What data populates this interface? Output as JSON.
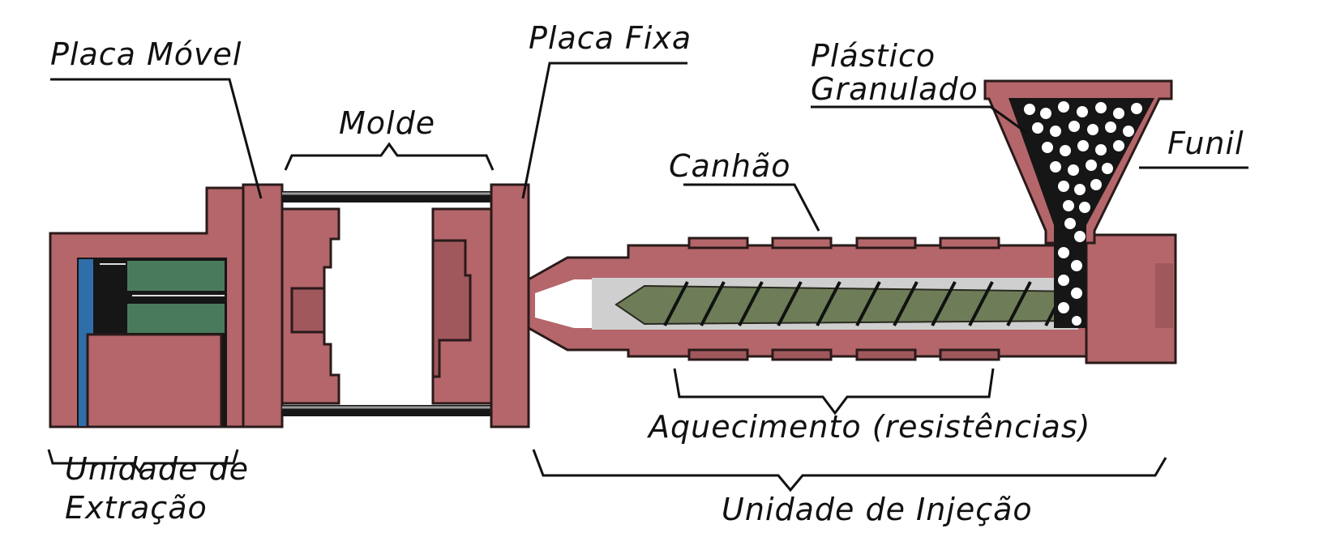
{
  "diagram": {
    "title": "Injection molding machine",
    "colors": {
      "machine_body": "#b4666a",
      "machine_body_dark": "#a0585d",
      "hydraulic_green": "#4a7a5c",
      "hydraulic_blue": "#2f6ea8",
      "screw_green": "#6e7d58",
      "outline": "#2a1a1a",
      "label_text": "#111111"
    },
    "labels": {
      "placa_movel": "Placa Móvel",
      "placa_fixa": "Placa Fixa",
      "molde": "Molde",
      "plastico_line1": "Plástico",
      "plastico_line2": "Granulado",
      "funil": "Funil",
      "canhao": "Canhão",
      "aquecimento": "Aquecimento (resistências)",
      "unidade_extracao_line1": "Unidade de",
      "unidade_extracao_line2": "Extração",
      "unidade_injecao": "Unidade de Injeção"
    }
  }
}
